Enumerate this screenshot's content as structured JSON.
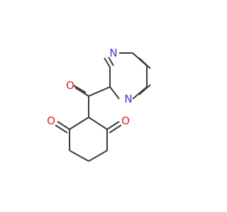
{
  "molecule": {
    "atoms": [
      {
        "id": "n1",
        "label": "N",
        "element": "N"
      },
      {
        "id": "n2",
        "label": "N",
        "element": "N"
      },
      {
        "id": "o1",
        "label": "O",
        "element": "O"
      },
      {
        "id": "o2",
        "label": "O",
        "element": "O"
      },
      {
        "id": "o3",
        "label": "O",
        "element": "O"
      }
    ]
  },
  "colors": {
    "bond": "#3a3a3a",
    "nitrogen": "#3535e0",
    "oxygen": "#e02020",
    "background": "#ffffff"
  }
}
